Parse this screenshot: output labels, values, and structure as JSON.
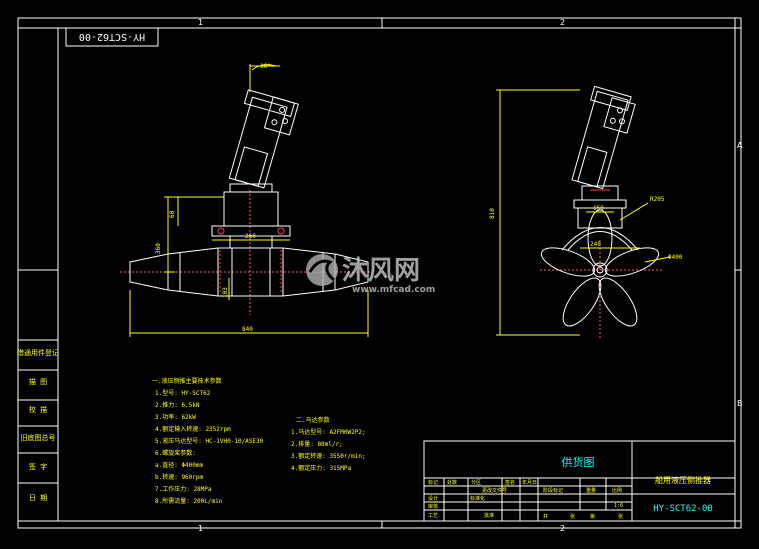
{
  "drawing": {
    "code_tag": "HY-SCT62-00",
    "zone_numbers": [
      "1",
      "2"
    ],
    "zone_letters": [
      "A",
      "B"
    ]
  },
  "dimensions": {
    "angle": "16°",
    "d_60": "60",
    "d_260": "260",
    "d_360": "360",
    "d_103": "103",
    "d_840": "840",
    "d_810": "810",
    "d_150": "150",
    "d_r205": "R205",
    "d_240": "240",
    "d_phi400": "Φ400"
  },
  "side_labels": [
    "借通用件登记",
    "描 图",
    "校 描",
    "旧底图总号",
    "签 字",
    "日 期"
  ],
  "notes_left": {
    "title": "一.液压侧推主要技术参数",
    "lines": [
      "1.型号: HY-SCT62",
      "2.推力: 6.5kN",
      "3.功率: 62kW",
      "4.额定输入转速: 2352rpm",
      "5.液压马达型号: HC-1VH0-10/ASE30",
      "6.螺旋桨参数:",
      "   a.直径: Φ400mm",
      "   b.转速: 960rpm",
      "7.工作压力: 28MPa",
      "8.所需流量: 200L/min"
    ]
  },
  "notes_right": {
    "title": "二.马达参数",
    "lines": [
      "1.马达型号: A2FM0W2P2;",
      "2.排量: 80ml/r;",
      "3.额定转速: 3550r/min;",
      "4.额定压力: 315MPa"
    ]
  },
  "title_block": {
    "drawing_type": "供货图",
    "product_name": "船用液压侧推器",
    "drawing_number": "HY-SCT62-00",
    "headers": [
      "标记",
      "处数",
      "分区",
      "更改文件号",
      "签名",
      "年月日"
    ],
    "role_labels": [
      "设计",
      "标准化",
      "审核",
      "工艺",
      "批准"
    ],
    "stage_label": "阶段标记",
    "weight_label": "重量",
    "scale_label": "比例",
    "scale_value": "1:6",
    "sheet_labels": [
      "共",
      "张",
      "第",
      "张"
    ]
  },
  "watermark": {
    "brand": "沐风网",
    "url": "www.mfcad.com"
  }
}
